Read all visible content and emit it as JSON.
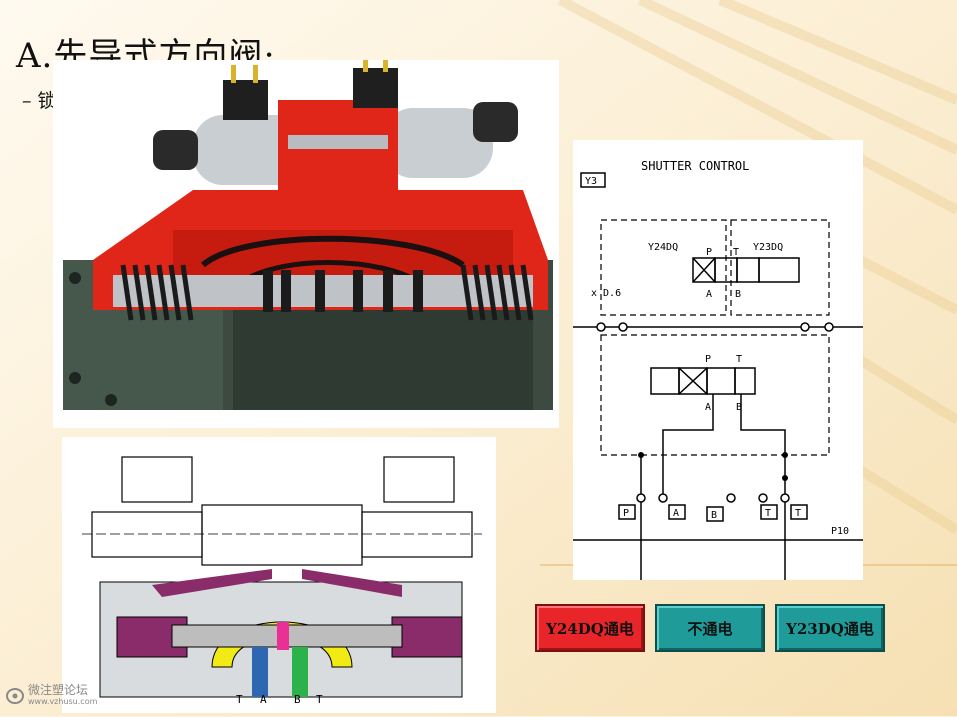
{
  "slide": {
    "title": "A.先导式方向阀:",
    "bullet": "– 锁板(Shutter)"
  },
  "schematic": {
    "heading": "SHUTTER CONTROL",
    "tag": "Y3",
    "pilot_left_solenoid": "Y24DQ",
    "pilot_right_solenoid": "Y23DQ",
    "orifice_label": "x D.6",
    "pilot_port_P": "P",
    "pilot_port_T": "T",
    "pilot_port_A": "A",
    "pilot_port_B": "B",
    "main_port_P": "P",
    "main_port_T": "T",
    "main_port_A": "A",
    "main_port_B": "B",
    "line_P": "P",
    "line_A": "A",
    "line_B": "B",
    "line_T1": "T",
    "line_T2": "T",
    "line_ref": "P10"
  },
  "section": {
    "port_T1": "T",
    "port_A": "A",
    "port_B": "B",
    "port_T2": "T"
  },
  "buttons": {
    "y24_on": "Y24DQ通电",
    "off": "不通电",
    "y23_on": "Y23DQ通电"
  },
  "watermark": {
    "name": "微注塑论坛",
    "url": "www.vzhusu.com"
  },
  "colors": {
    "y24_button": "#e8262a",
    "neutral_button": "#1f9c9a",
    "valve_body_red": "#e02618",
    "valve_body_green": "#3c4a40"
  }
}
